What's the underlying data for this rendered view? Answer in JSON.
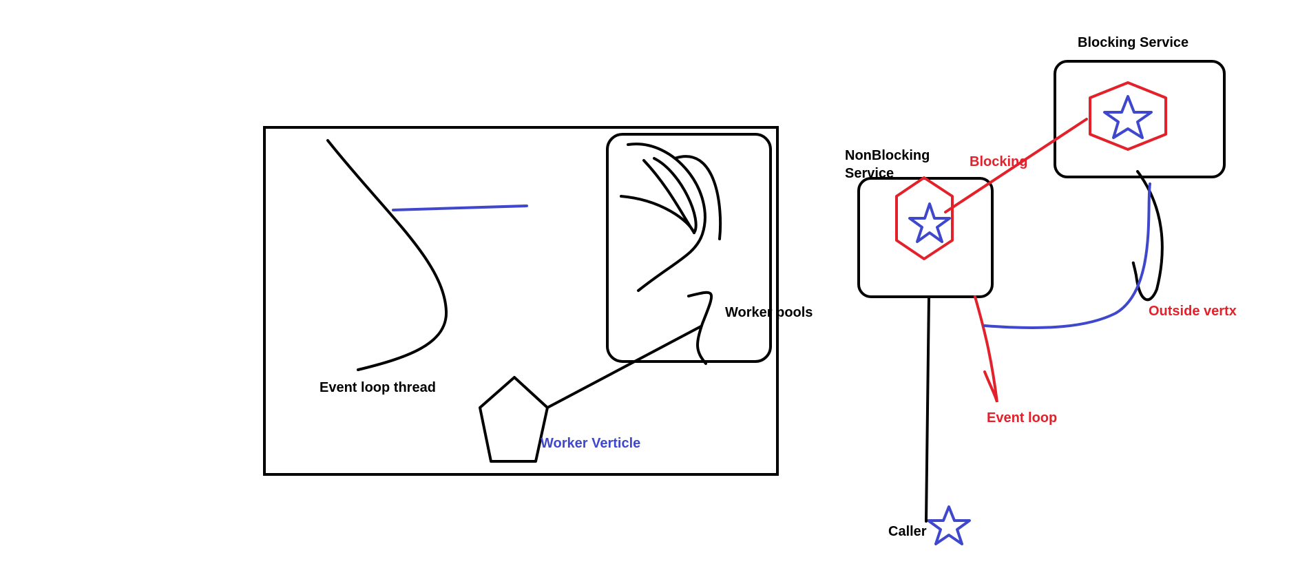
{
  "labels": {
    "event_loop_thread": "Event loop thread",
    "worker_pools": "Worker pools",
    "worker_verticle": "Worker Verticle",
    "blocking_service": "Blocking Service",
    "nonblocking_service_line1": "NonBlocking",
    "nonblocking_service_line2": "Service",
    "blocking": "Blocking",
    "outside_vertx": "Outside vertx",
    "event_loop": "Event loop",
    "caller": "Caller"
  },
  "colors": {
    "black": "#000000",
    "red": "#e3212b",
    "blue": "#3f48cc"
  }
}
